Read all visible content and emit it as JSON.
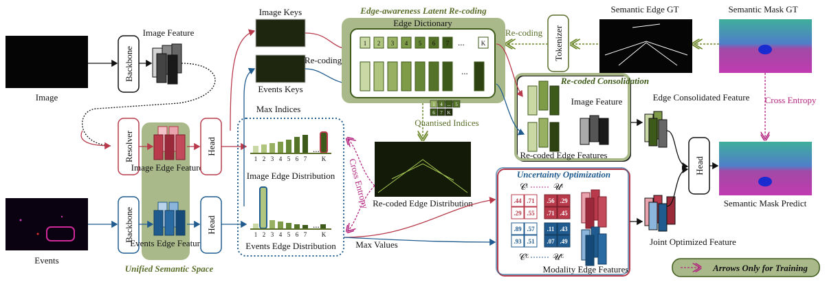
{
  "labels": {
    "image": "Image",
    "events": "Events",
    "backbone": "Backbone",
    "image_feature": "Image Feature",
    "resolver": "Resolver",
    "head": "Head",
    "image_edge_feature": "Image Edge Feature",
    "events_edge_feature": "Events Edge Feature",
    "unified_semantic_space": "Unified Semantic Space",
    "image_keys": "Image Keys",
    "events_keys": "Events Keys",
    "re_coding": "Re-coding",
    "max_indices": "Max Indices",
    "edge_latent_title": "Edge-awareness Latent Re-coding",
    "edge_dictionary": "Edge Dictionary",
    "dict_codes": [
      "1",
      "2",
      "3",
      "4",
      "5",
      "6",
      "7",
      "...",
      "K"
    ],
    "tokenizer": "Tokenizer",
    "semantic_edge_gt": "Semantic Edge GT",
    "semantic_mask_gt": "Semantic Mask GT",
    "quantised_indices": "Quantised Indices",
    "mini_codes": [
      "1",
      "4",
      "...",
      "5",
      "6",
      "7",
      "K"
    ],
    "image_edge_distribution": "Image Edge Distribution",
    "events_edge_distribution": "Events Edge Distribution",
    "dist_ticks": [
      "1",
      "2",
      "3",
      "4",
      "5",
      "6",
      "7",
      "K"
    ],
    "ellipsis": "...",
    "cross_entropy_left": "Cross Entropy",
    "re_coded_edge_distribution": "Re-coded Edge Distribution",
    "max_values": "Max Values",
    "re_coded_consolidation": "Re-coded Consolidation",
    "image_feature_right": "Image Feature",
    "re_coded_edge_features": "Re-coded Edge Features",
    "edge_consolidated_feature": "Edge Consolidated Feature",
    "cross_entropy_right": "Cross Entropy",
    "semantic_mask_predict": "Semantic Mask Predict",
    "uncertainty_optimization": "Uncertainty Optimization",
    "c_img": "𝒞ᴵ",
    "u_img": "𝒰ᴵ",
    "c_evt": "𝒞ᴱ",
    "u_evt": "𝒰ᴱ",
    "img_matrix_light": [
      ".44",
      ".71",
      ".29",
      ".55"
    ],
    "img_matrix_dark": [
      ".56",
      ".29",
      ".71",
      ".45"
    ],
    "evt_matrix_light": [
      ".89",
      ".57",
      ".93",
      ".51"
    ],
    "evt_matrix_dark": [
      ".11",
      ".43",
      ".07",
      ".49"
    ],
    "modality_edge_features": "Modality Edge Features",
    "joint_optimized_feature": "Joint Optimized Feature",
    "legend_training": "Arrows Only for Training"
  },
  "colors": {
    "olive": "#5a6e2a",
    "olive_bg": "#a9b98a",
    "red": "#b83a4b",
    "blue": "#1f5b8f",
    "magenta": "#b3247f",
    "dotted_olive": "#6f8a2e"
  }
}
